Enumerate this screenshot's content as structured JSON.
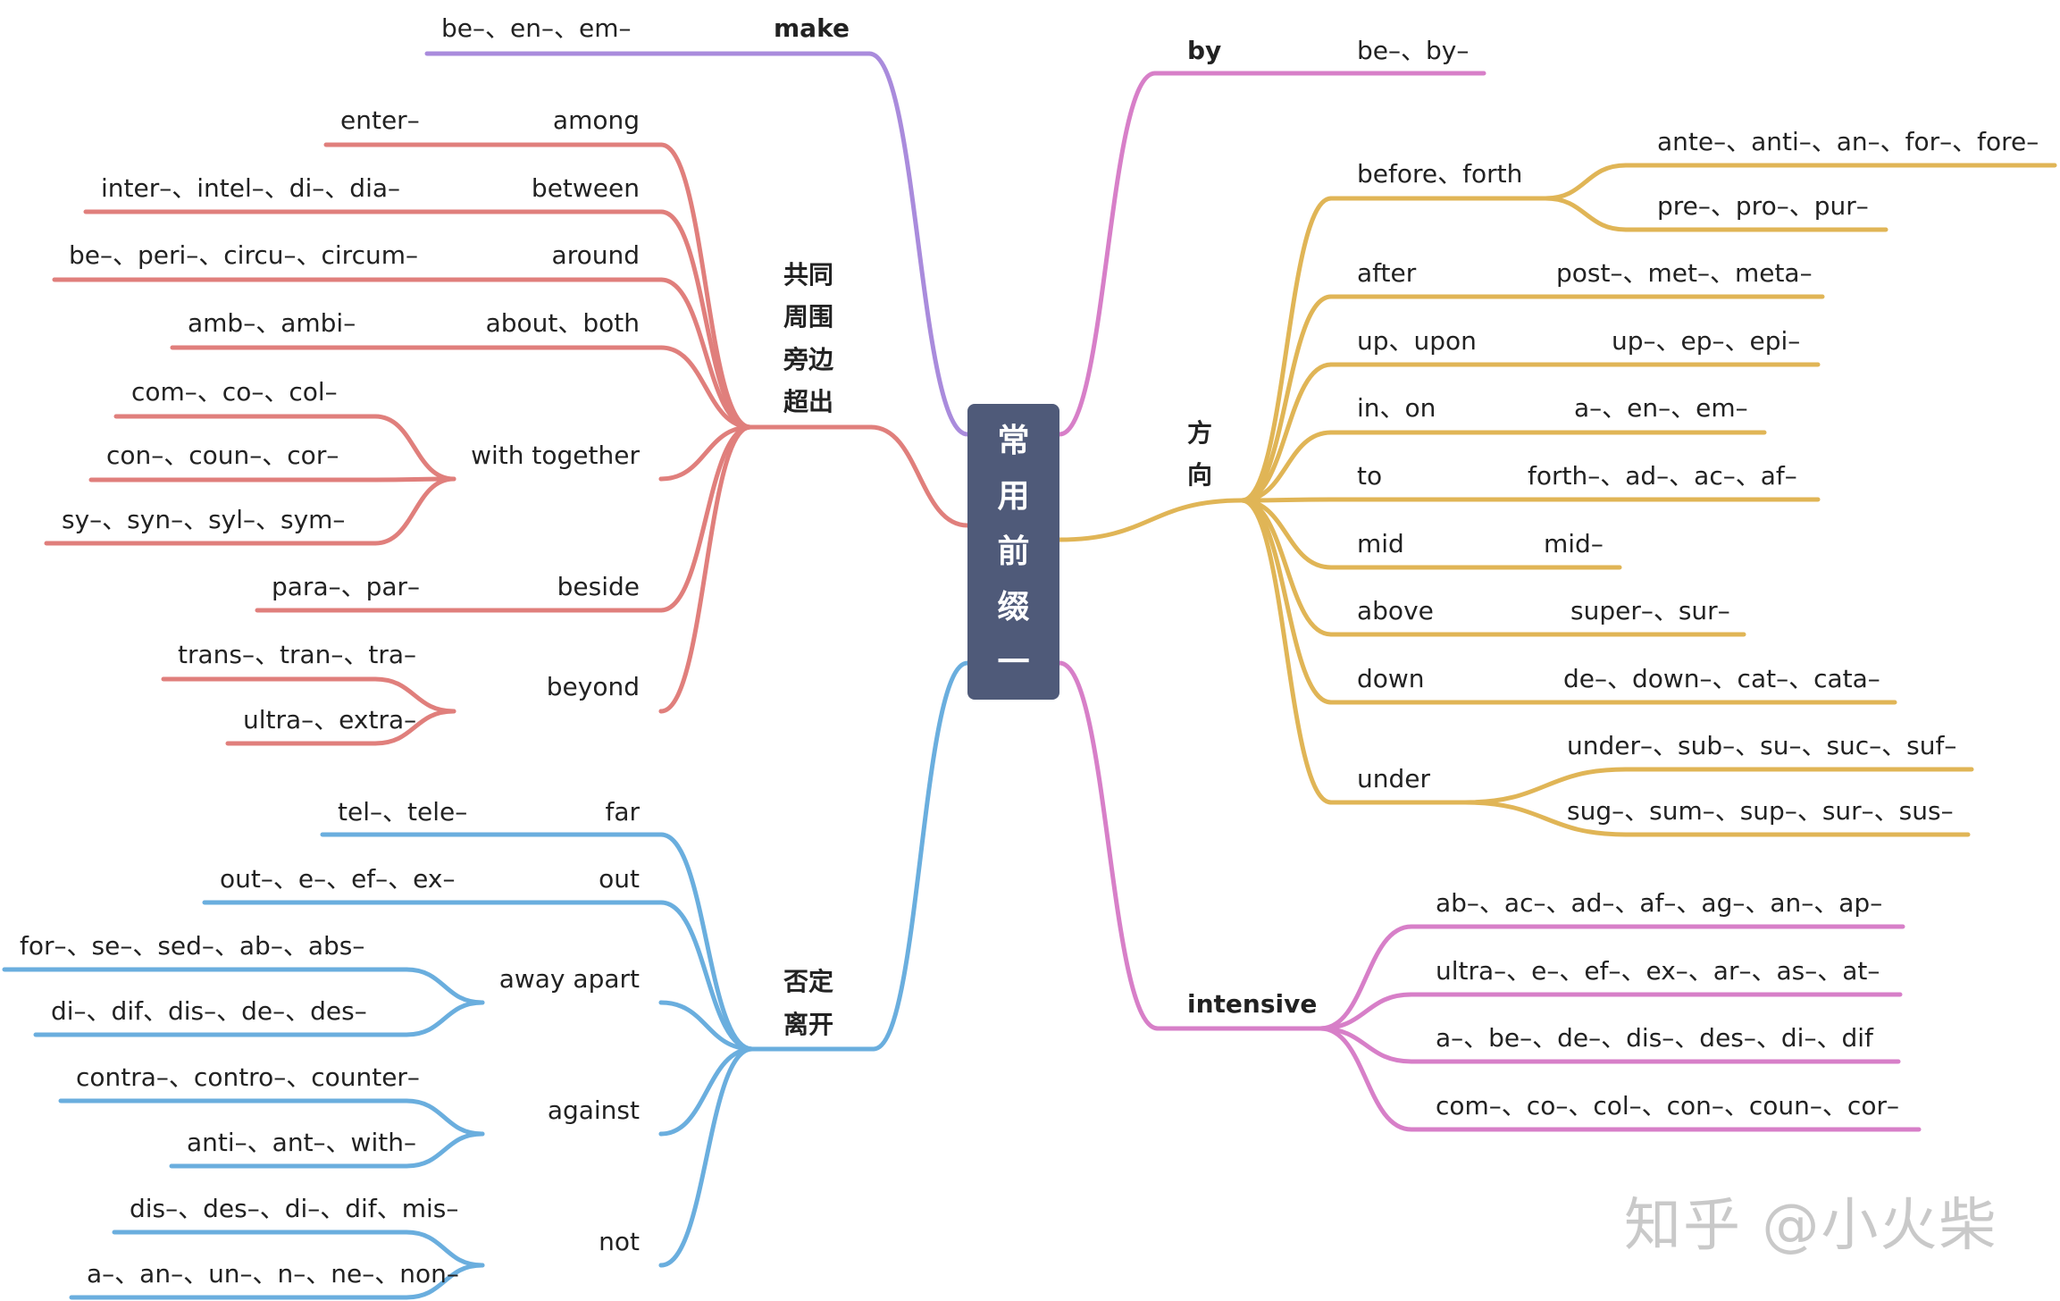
{
  "root": {
    "title": "常用前缀一",
    "chars": [
      "常",
      "用",
      "前",
      "缀",
      "一"
    ],
    "color": "#4f5a79"
  },
  "colors": {
    "make": "#a98bdc",
    "common": "#e07f7c",
    "negation": "#6aaede",
    "by": "#d77fc8",
    "direction": "#e0b556",
    "intensive": "#d77fc8"
  },
  "left": {
    "make": {
      "label": "make",
      "prefixes": "be–、en–、em–"
    },
    "common": {
      "label_lines": [
        "共同",
        "周围",
        "旁边",
        "超出"
      ],
      "items": [
        {
          "meaning": "among",
          "prefixes": [
            "enter–"
          ]
        },
        {
          "meaning": "between",
          "prefixes": [
            "inter–、intel–、di–、dia–"
          ]
        },
        {
          "meaning": "around",
          "prefixes": [
            "be–、peri–、circu–、circum–"
          ]
        },
        {
          "meaning": "about、both",
          "prefixes": [
            "amb–、ambi–"
          ]
        },
        {
          "meaning": "with together",
          "prefixes": [
            "com–、co–、col–",
            "con–、coun–、cor–",
            "sy–、syn–、syl–、sym–"
          ]
        },
        {
          "meaning": "beside",
          "prefixes": [
            "para–、par–"
          ]
        },
        {
          "meaning": "beyond",
          "prefixes": [
            "trans–、tran–、tra–",
            "ultra–、extra–"
          ]
        }
      ]
    },
    "negation": {
      "label_lines": [
        "否定",
        "离开"
      ],
      "items": [
        {
          "meaning": "far",
          "prefixes": [
            "tel–、tele–"
          ]
        },
        {
          "meaning": "out",
          "prefixes": [
            "out–、e–、ef–、ex–"
          ]
        },
        {
          "meaning": "away apart",
          "prefixes": [
            "for–、se–、sed–、ab–、abs–",
            "di–、dif、dis–、de–、des–"
          ]
        },
        {
          "meaning": "against",
          "prefixes": [
            "contra–、contro–、counter–",
            "anti–、ant–、with–"
          ]
        },
        {
          "meaning": "not",
          "prefixes": [
            "dis–、des–、di–、dif、mis–",
            "a–、an–、un–、n–、ne–、non–"
          ]
        }
      ]
    }
  },
  "right": {
    "by": {
      "label": "by",
      "prefixes": "be–、by–"
    },
    "direction": {
      "label_lines": [
        "方",
        "向"
      ],
      "items": [
        {
          "meaning": "before、forth",
          "prefixes": [
            "ante–、anti–、an–、for–、fore–",
            "pre–、pro–、pur–"
          ]
        },
        {
          "meaning": "after",
          "prefixes": [
            "post–、met–、meta–"
          ]
        },
        {
          "meaning": "up、upon",
          "prefixes": [
            "up–、ep–、epi–"
          ]
        },
        {
          "meaning": "in、on",
          "prefixes": [
            "a–、en–、em–"
          ]
        },
        {
          "meaning": "to",
          "prefixes": [
            "forth–、ad–、ac–、af–"
          ]
        },
        {
          "meaning": "mid",
          "prefixes": [
            "mid–"
          ]
        },
        {
          "meaning": "above",
          "prefixes": [
            "super–、sur–"
          ]
        },
        {
          "meaning": "down",
          "prefixes": [
            "de–、down–、cat–、cata–"
          ]
        },
        {
          "meaning": "under",
          "prefixes": [
            "under–、sub–、su–、suc–、suf–",
            "sug–、sum–、sup–、sur–、sus–"
          ]
        }
      ]
    },
    "intensive": {
      "label": "intensive",
      "items": [
        "ab–、ac–、ad–、af–、ag–、an–、ap–",
        "ultra–、e–、ef–、ex–、ar–、as–、at–",
        "a–、be–、de–、dis–、des–、di–、dif",
        "com–、co–、col–、con–、coun–、cor–"
      ]
    }
  },
  "watermark": "知乎 @小火柴"
}
